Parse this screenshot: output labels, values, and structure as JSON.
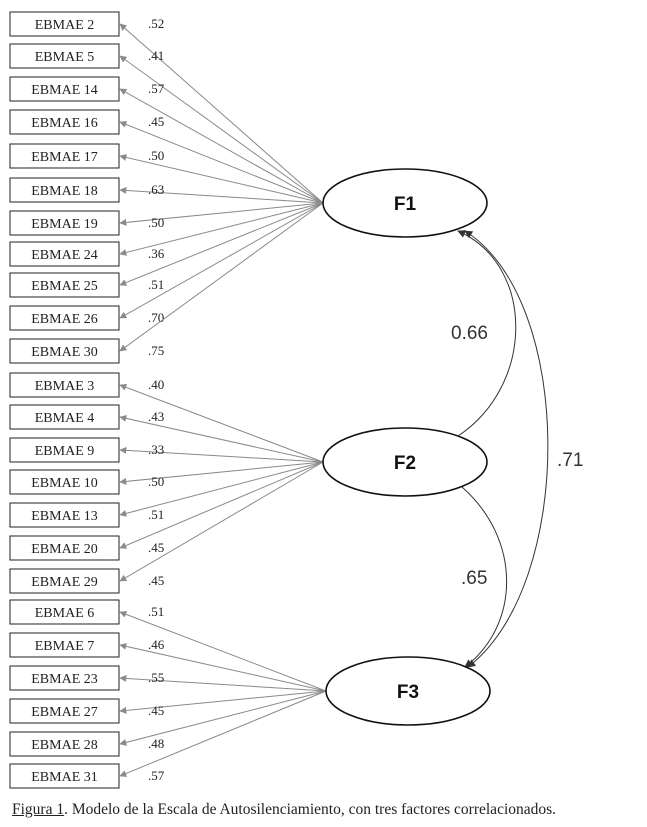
{
  "factors": [
    {
      "id": "F1",
      "label": "F1"
    },
    {
      "id": "F2",
      "label": "F2"
    },
    {
      "id": "F3",
      "label": "F3"
    }
  ],
  "items": [
    {
      "label": "EBMAE 2",
      "factor": "F1",
      "loading": ".52"
    },
    {
      "label": "EBMAE 5",
      "factor": "F1",
      "loading": ".41"
    },
    {
      "label": "EBMAE 14",
      "factor": "F1",
      "loading": ".57"
    },
    {
      "label": "EBMAE 16",
      "factor": "F1",
      "loading": ".45"
    },
    {
      "label": "EBMAE 17",
      "factor": "F1",
      "loading": ".50"
    },
    {
      "label": "EBMAE 18",
      "factor": "F1",
      "loading": ".63"
    },
    {
      "label": "EBMAE 19",
      "factor": "F1",
      "loading": ".50"
    },
    {
      "label": "EBMAE 24",
      "factor": "F1",
      "loading": ".36"
    },
    {
      "label": "EBMAE 25",
      "factor": "F1",
      "loading": ".51"
    },
    {
      "label": "EBMAE 26",
      "factor": "F1",
      "loading": ".70"
    },
    {
      "label": "EBMAE 30",
      "factor": "F1",
      "loading": ".75"
    },
    {
      "label": "EBMAE 3",
      "factor": "F2",
      "loading": ".40"
    },
    {
      "label": "EBMAE 4",
      "factor": "F2",
      "loading": ".43"
    },
    {
      "label": "EBMAE 9",
      "factor": "F2",
      "loading": ".33"
    },
    {
      "label": "EBMAE 10",
      "factor": "F2",
      "loading": ".50"
    },
    {
      "label": "EBMAE 13",
      "factor": "F2",
      "loading": ".51"
    },
    {
      "label": "EBMAE 20",
      "factor": "F2",
      "loading": ".45"
    },
    {
      "label": "EBMAE 29",
      "factor": "F2",
      "loading": ".45"
    },
    {
      "label": "EBMAE 6",
      "factor": "F3",
      "loading": ".51"
    },
    {
      "label": "EBMAE 7",
      "factor": "F3",
      "loading": ".46"
    },
    {
      "label": "EBMAE 23",
      "factor": "F3",
      "loading": ".55"
    },
    {
      "label": "EBMAE 27",
      "factor": "F3",
      "loading": ".45"
    },
    {
      "label": "EBMAE 28",
      "factor": "F3",
      "loading": ".48"
    },
    {
      "label": "EBMAE 31",
      "factor": "F3",
      "loading": ".57"
    }
  ],
  "correlations": [
    {
      "from": "F1",
      "to": "F2",
      "value": "0.66"
    },
    {
      "from": "F2",
      "to": "F3",
      "value": ".65"
    },
    {
      "from": "F1",
      "to": "F3",
      "value": ".71"
    }
  ],
  "caption": {
    "prefix": "Figura 1",
    "text": ". Modelo de la Escala de Autosilenciamiento, con tres factores correlacionados."
  }
}
